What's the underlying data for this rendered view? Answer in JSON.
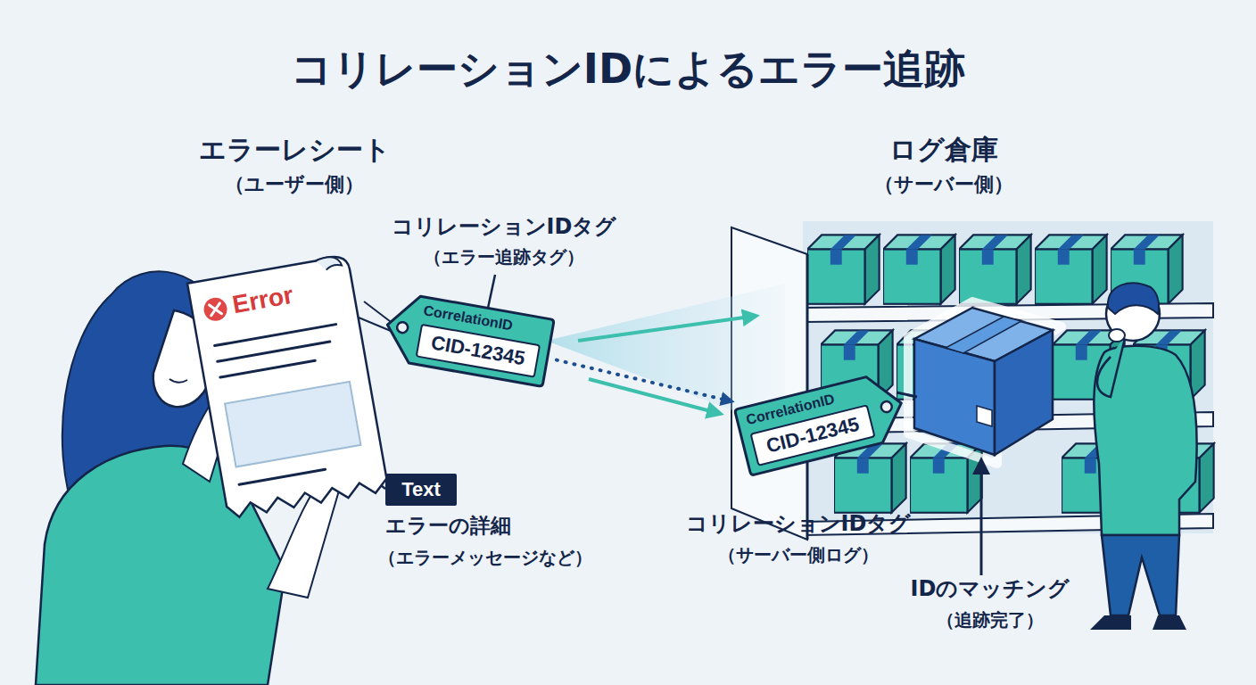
{
  "diagram": {
    "title": "コリレーションIDによるエラー追跡",
    "nodes": [
      {
        "text": [
          "Error"
        ]
      },
      {
        "text": [
          "CorrelationID",
          "CID-12345"
        ]
      },
      {
        "text": [
          "Text"
        ]
      },
      {
        "text": [
          "CorrelationID",
          "CID-12345"
        ]
      }
    ],
    "edges": [
      {
        "from": 1,
        "to": 3,
        "arrow": "to"
      }
    ],
    "labels": [
      "エラーレシート",
      "（ユーザー側）",
      "ログ倉庫",
      "（サーバー側）",
      "コリレーションIDタグ",
      "（エラー追跡タグ）",
      "エラーの詳細",
      "（エラーメッセージなど）",
      "コリレーションIDタグ",
      "（サーバー側ログ）",
      "IDのマッチング",
      "（追跡完了）"
    ]
  }
}
